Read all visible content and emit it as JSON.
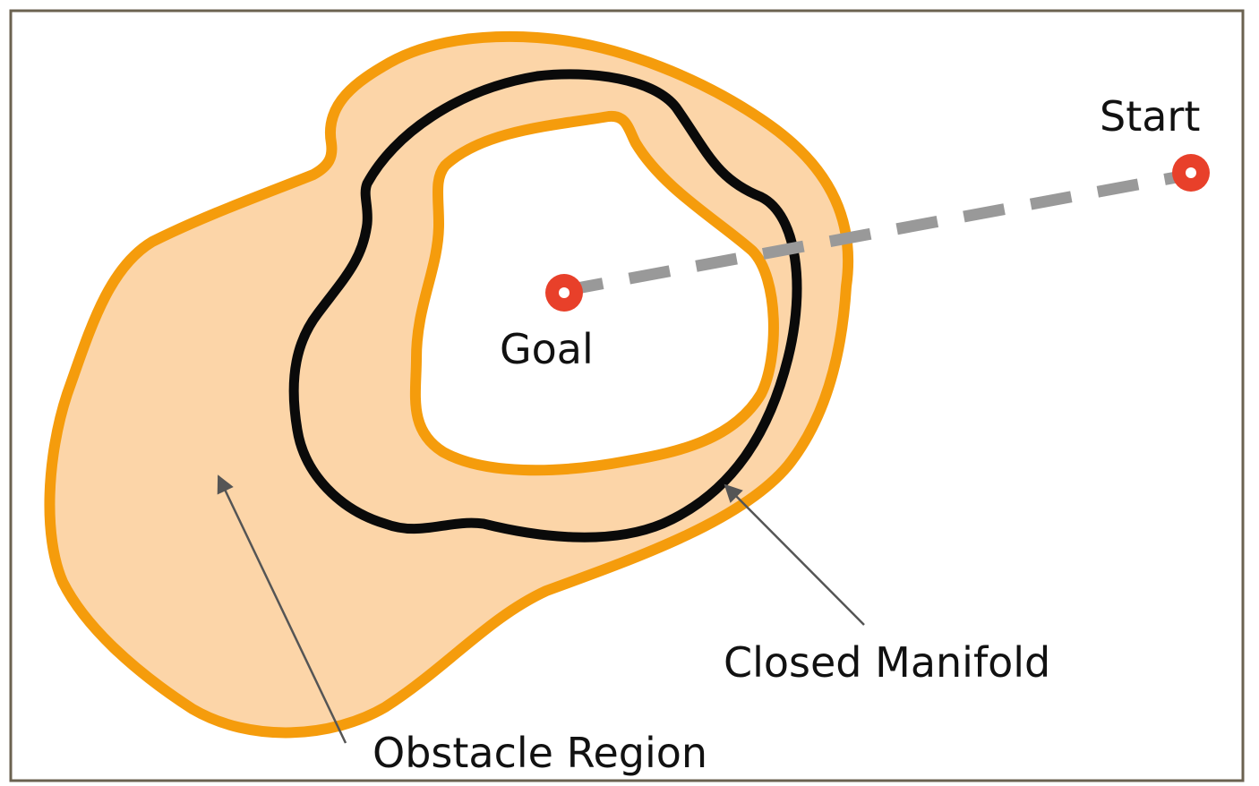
{
  "labels": {
    "start": "Start",
    "goal": "Goal",
    "closed_manifold": "Closed Manifold",
    "obstacle_region": "Obstacle Region"
  },
  "colors": {
    "frame": "#6b6250",
    "obstacle_fill": "#fcd5a8",
    "obstacle_outline": "#f59c0c",
    "manifold": "#0a0a0a",
    "path": "#999999",
    "point": "#e8402a",
    "pointer": "#555555"
  },
  "icons": {
    "start_marker": "start-point-icon",
    "goal_marker": "goal-point-icon"
  }
}
